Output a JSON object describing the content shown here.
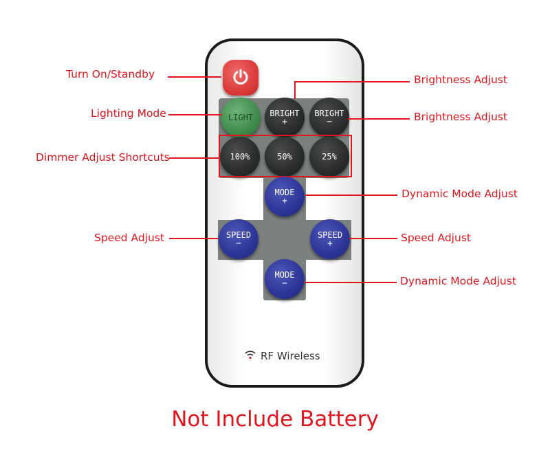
{
  "labels": {
    "turn_on": "Turn On/Standby",
    "lighting_mode": "Lighting Mode",
    "dimmer": "Dimmer Adjust Shortcuts",
    "speed_left": "Speed Adjust",
    "brightness_up": "Brightness Adjust",
    "brightness_down": "Brightness Adjust",
    "dynamic_up": "Dynamic Mode Adjust",
    "speed_right": "Speed Adjust",
    "dynamic_down": "Dynamic Mode Adjust"
  },
  "buttons": {
    "light": "LIGHT",
    "bright_plus": "BRIGHT",
    "bright_plus_sign": "+",
    "bright_minus": "BRIGHT",
    "bright_minus_sign": "−",
    "p100": "100%",
    "p50": "50%",
    "p25": "25%",
    "mode_plus": "MODE",
    "mode_plus_sign": "+",
    "mode_minus": "MODE",
    "mode_minus_sign": "−",
    "speed_minus": "SPEED",
    "speed_minus_sign": "−",
    "speed_plus": "SPEED",
    "speed_plus_sign": "+"
  },
  "brand": "RF Wireless",
  "footer": "Not Include Battery",
  "colors": {
    "annotation": "#e2141c",
    "power_button": "#dc3c3c",
    "light_button": "#3f8a4c",
    "mode_buttons": "#2c3596",
    "dark_buttons": "#2a2b2c",
    "panel": "#7b817e"
  },
  "icons": {
    "power": "power-icon",
    "wireless": "wifi-icon"
  }
}
